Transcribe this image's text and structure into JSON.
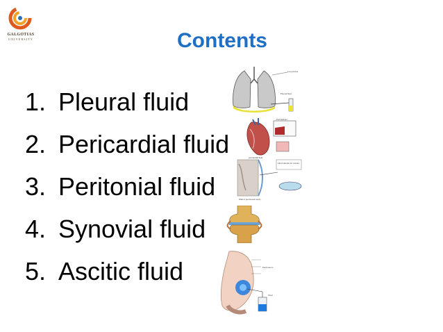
{
  "logo": {
    "name": "GALGOTIAS",
    "subtitle": "UNIVERSITY"
  },
  "slide": {
    "title": "Contents"
  },
  "items": [
    {
      "number": "1.",
      "label": "Pleural fluid"
    },
    {
      "number": "2.",
      "label": "Pericardial fluid"
    },
    {
      "number": "3.",
      "label": "Peritonial fluid"
    },
    {
      "number": "4.",
      "label": "Synovial fluid"
    },
    {
      "number": "5.",
      "label": "Ascitic fluid"
    }
  ],
  "figures": {
    "pleural": {
      "label_1": "Lung tissue",
      "label_2": "Pleural fluid"
    },
    "pericardial": {
      "label_1": "Pericardium",
      "label_2": "pericardial fluid"
    },
    "peritoneal": {
      "label_1": "Wall of peritoneal cavity",
      "label_2": "Fluid sample for culture"
    },
    "ascitic": {
      "label_1": "Peritoneum",
      "label_2": "Fluid"
    }
  },
  "colors": {
    "title": "#1f6fc5",
    "text": "#000000"
  }
}
